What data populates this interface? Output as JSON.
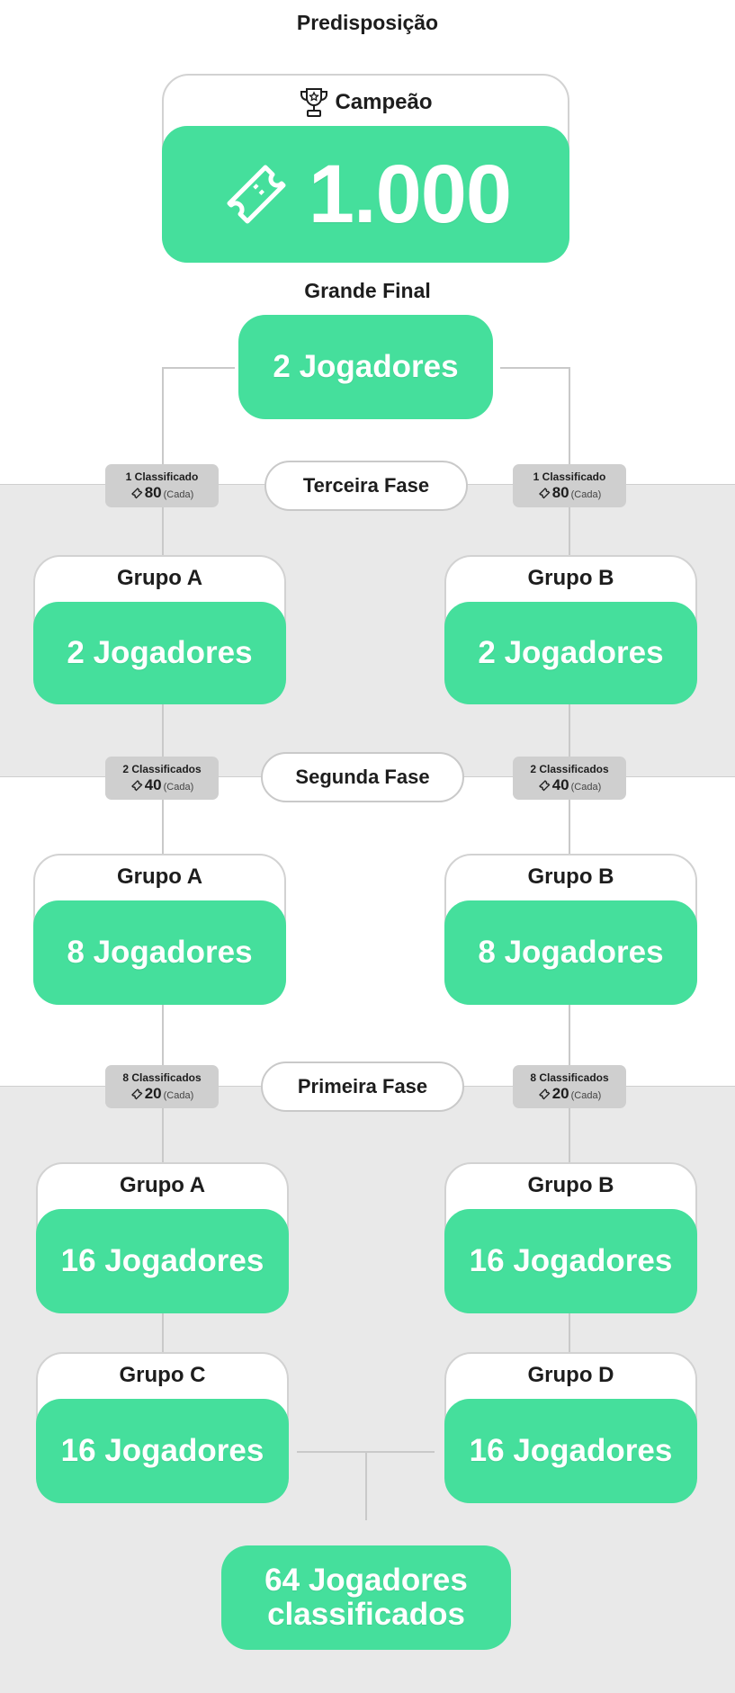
{
  "header": {
    "title": "Predisposição"
  },
  "champion": {
    "label": "Campeão",
    "prize": "1.000",
    "icon": "trophy-icon",
    "prize_icon": "ticket-icon"
  },
  "final": {
    "label": "Grande Final",
    "players": "2 Jogadores"
  },
  "third_phase": {
    "label": "Terceira Fase",
    "left_badge": {
      "qualified": "1 Classificado",
      "amount": "80",
      "each": "(Cada)"
    },
    "right_badge": {
      "qualified": "1 Classificado",
      "amount": "80",
      "each": "(Cada)"
    },
    "groups": [
      {
        "name": "Grupo A",
        "players": "2 Jogadores"
      },
      {
        "name": "Grupo B",
        "players": "2 Jogadores"
      }
    ]
  },
  "second_phase": {
    "label": "Segunda Fase",
    "left_badge": {
      "qualified": "2 Classificados",
      "amount": "40",
      "each": "(Cada)"
    },
    "right_badge": {
      "qualified": "2 Classificados",
      "amount": "40",
      "each": "(Cada)"
    },
    "groups": [
      {
        "name": "Grupo A",
        "players": "8 Jogadores"
      },
      {
        "name": "Grupo B",
        "players": "8 Jogadores"
      }
    ]
  },
  "first_phase": {
    "label": "Primeira Fase",
    "left_badge": {
      "qualified": "8 Classificados",
      "amount": "20",
      "each": "(Cada)"
    },
    "right_badge": {
      "qualified": "8 Classificados",
      "amount": "20",
      "each": "(Cada)"
    },
    "groups": [
      {
        "name": "Grupo A",
        "players": "16 Jogadores"
      },
      {
        "name": "Grupo B",
        "players": "16 Jogadores"
      },
      {
        "name": "Grupo C",
        "players": "16 Jogadores"
      },
      {
        "name": "Grupo D",
        "players": "16 Jogadores"
      }
    ]
  },
  "qualified_total": {
    "line1": "64 Jogadores",
    "line2": "classificados"
  },
  "colors": {
    "green": "#45df9c",
    "band": "#e9e9e9",
    "border": "#d2d2d2"
  }
}
